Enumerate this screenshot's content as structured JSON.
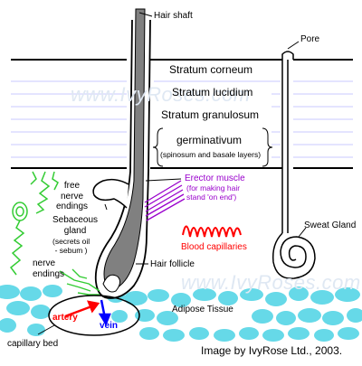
{
  "labels": {
    "hair_shaft": "Hair shaft",
    "pore": "Pore",
    "stratum_corneum": "Stratum corneum",
    "stratum_lucidium": "Stratum lucidium",
    "stratum_granulosum": "Stratum granulosum",
    "germinativum": "germinativum",
    "germinativum_sub": "(spinosum and basale layers)",
    "free_nerve_endings": [
      "free",
      "nerve",
      "endings"
    ],
    "erector_muscle": "Erector muscle",
    "erector_muscle_sub": [
      "(for making hair",
      "stand 'on end')"
    ],
    "sebaceous_gland": [
      "Sebaceous",
      "gland"
    ],
    "sebaceous_gland_sub": [
      "(secrets oil",
      "- sebum )"
    ],
    "sweat_gland": "Sweat Gland",
    "blood_capillaries": "Blood capillaries",
    "nerve_endings": [
      "nerve",
      "endings"
    ],
    "hair_follicle": "Hair follicle",
    "adipose_tissue": "Adipose Tissue",
    "artery": "artery",
    "vein": "vein",
    "capillary_bed": "capillary bed"
  },
  "watermark": "www.IvyRoses.com",
  "credit": "Image by IvyRose Ltd., 2003.",
  "colors": {
    "artery": "#ff0000",
    "vein": "#0000ff",
    "blood_capillaries": "#ff0000",
    "erector_muscle": "#9900cc",
    "nerves": "#33cc33",
    "adipose": "#66d9e8",
    "hair": "#808080",
    "layer_lines": "#c8c8ff"
  }
}
